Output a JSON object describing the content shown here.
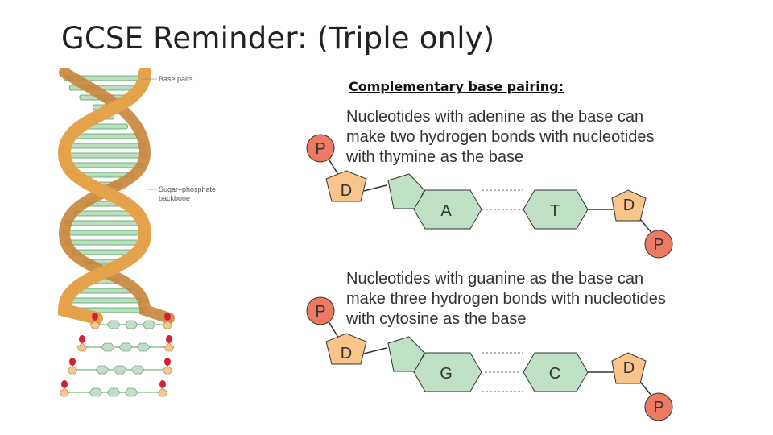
{
  "slide": {
    "title": "GCSE Reminder: (Triple only)"
  },
  "dna_diagram": {
    "label_base_pairs": "Base pairs",
    "label_backbone_line1": "Sugar–phosphate",
    "label_backbone_line2": "backbone"
  },
  "pairing": {
    "heading": "Complementary base pairing:",
    "pairs": [
      {
        "text_lines": [
          "Nucleotides with adenine as the base can",
          "make two hydrogen bonds with nucleotides",
          "with thymine as the base"
        ],
        "left_phosphate": "P",
        "left_sugar": "D",
        "left_base": "A",
        "right_base": "T",
        "right_sugar": "D",
        "right_phosphate": "P"
      },
      {
        "text_lines": [
          "Nucleotides with guanine as the base can",
          "make three hydrogen bonds with nucleotides",
          "with cytosine as the base"
        ],
        "left_phosphate": "P",
        "left_sugar": "D",
        "left_base": "G",
        "right_base": "C",
        "right_sugar": "D",
        "right_phosphate": "P"
      }
    ]
  },
  "colors": {
    "phosphate": "#ee7a64",
    "sugar": "#f9c48a",
    "base": "#bfe0c4",
    "backbone": "#e4a24a",
    "rung": "#6abf78"
  }
}
